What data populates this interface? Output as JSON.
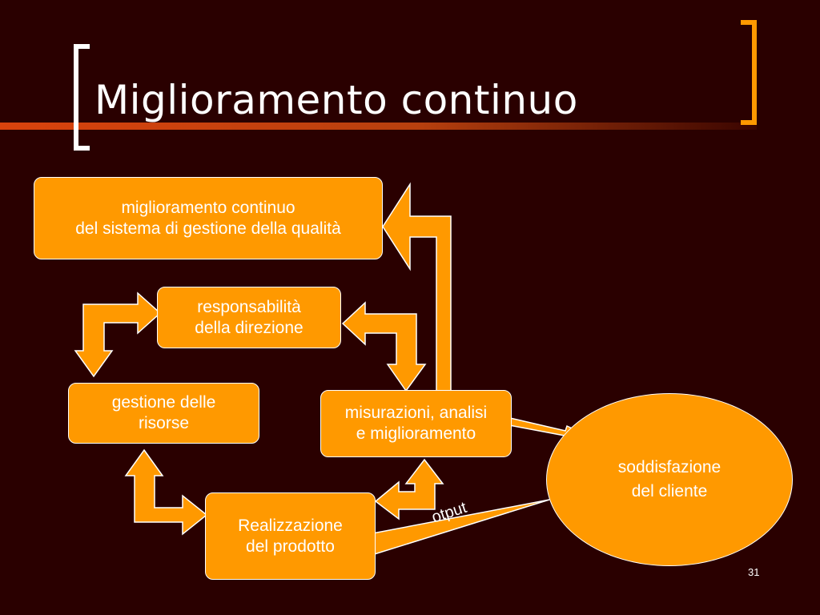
{
  "slide": {
    "title": "Miglioramento continuo",
    "page_number": "31"
  },
  "diagram": {
    "nodes": {
      "miglioramento": {
        "line1": "miglioramento continuo",
        "line2": "del sistema di gestione della qualità"
      },
      "responsabilita": {
        "line1": "responsabilità",
        "line2": "della direzione"
      },
      "risorse": {
        "line1": "gestione delle",
        "line2": "risorse"
      },
      "misurazioni": {
        "line1": "misurazioni, analisi",
        "line2": "e miglioramento"
      },
      "realizzazione": {
        "line1": "Realizzazione",
        "line2": "del prodotto"
      },
      "cliente": {
        "line1": "soddisfazione",
        "line2": "del cliente"
      }
    },
    "edge_labels": {
      "output": "otput"
    }
  },
  "colors": {
    "background": "#2a0000",
    "box_fill": "#ff9900",
    "text": "#ffffff",
    "accent_bracket": "#ff9900",
    "arrow_outline": "#ffffff"
  }
}
